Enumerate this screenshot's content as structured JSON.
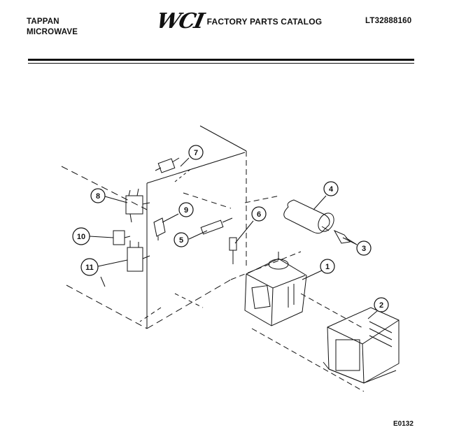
{
  "header": {
    "brand_line1": "TAPPAN",
    "brand_line2": "MICROWAVE",
    "logo": "WCI",
    "catalog_title": "FACTORY PARTS CATALOG",
    "model_number": "LT32888160"
  },
  "diagram": {
    "callouts": [
      "1",
      "2",
      "3",
      "4",
      "5",
      "6",
      "7",
      "8",
      "9",
      "10",
      "11"
    ]
  },
  "footer": {
    "code": "E0132"
  }
}
